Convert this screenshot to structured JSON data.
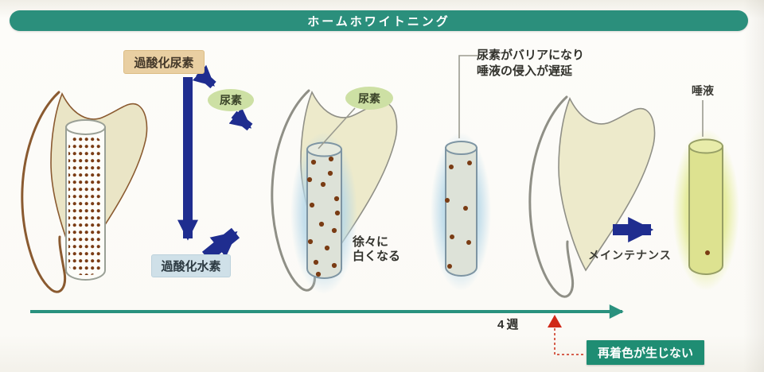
{
  "title": "ホームホワイトニング",
  "process": {
    "carbamide_peroxide": "過酸化尿素",
    "urea_top": "尿素",
    "urea_mid": "尿素",
    "hydrogen_peroxide": "過酸化水素",
    "whitening_note_line1": "徐々に",
    "whitening_note_line2": "白くなる",
    "barrier_note_line1": "尿素がバリアになり",
    "barrier_note_line2": "唾液の侵入が遅延",
    "maintenance": "メインテナンス",
    "saliva": "唾液"
  },
  "timeline": {
    "week_label": "4週",
    "no_restain_label": "再着色が生じない"
  },
  "icons": {
    "down_arrow": "↓",
    "down_right_arrow": "↘",
    "up_right_arrow": "↗",
    "right_arrow": "→",
    "timeline_arrow": "→",
    "restain_marker": "▲"
  },
  "colors": {
    "teal_bar": "#2b8f7c",
    "teal_timeline": "#2a917e",
    "teal_box": "#1f8d73",
    "navy_arrow": "#1f2d8f",
    "red_marker": "#d02818",
    "tan_box": "#e9cfa2",
    "green_oval": "#cde0a4",
    "blue_box": "#cfe0e8",
    "tooth_fill": "#eae5c6",
    "tooth_outline_brown": "#8a5a30",
    "tooth_outline_gray": "#8f8f86",
    "stain_dot": "#7a3c14",
    "halo_blue": "#b5d7e8",
    "halo_yellow": "#e3eb8e"
  }
}
